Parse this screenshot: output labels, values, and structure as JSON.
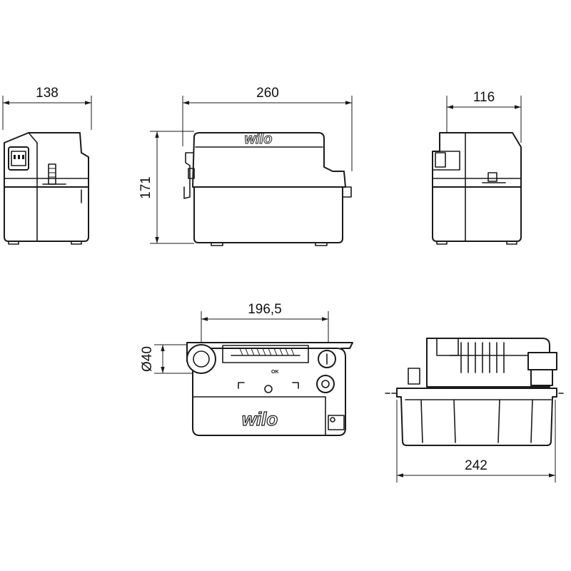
{
  "dimensions": {
    "left_view_width": "138",
    "front_view_width": "260",
    "front_view_height": "171",
    "right_view_width": "116",
    "top_view_spacing": "196,5",
    "top_view_diameter": "Ø40",
    "bottom_view_width": "242"
  },
  "labels": {
    "brand_logo": "wilo",
    "ok_mark": "OK"
  }
}
